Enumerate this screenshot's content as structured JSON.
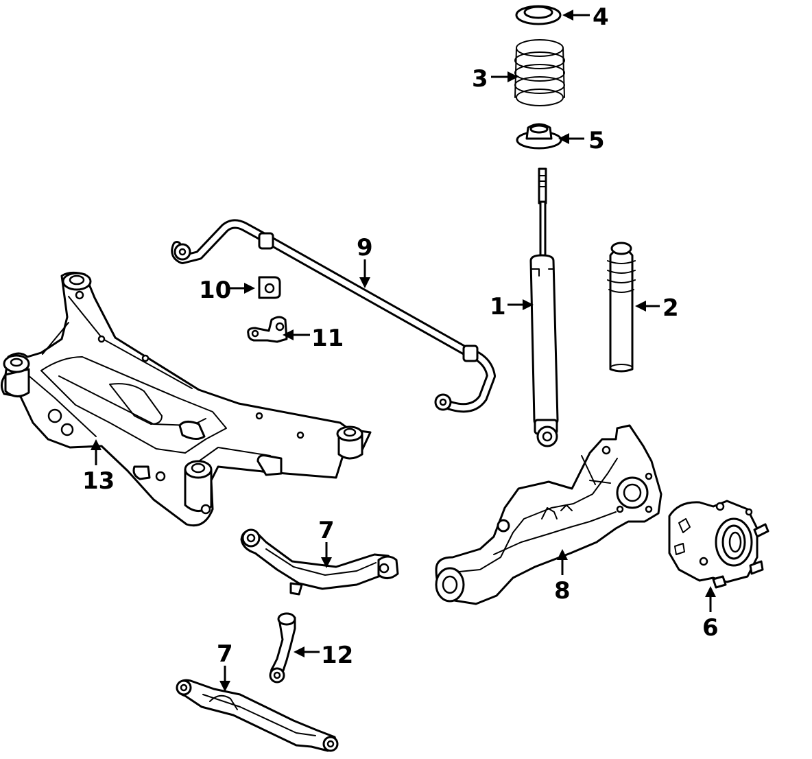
{
  "callouts": {
    "c1": "1",
    "c2": "2",
    "c3": "3",
    "c4": "4",
    "c5": "5",
    "c6": "6",
    "c7a": "7",
    "c7b": "7",
    "c8": "8",
    "c9": "9",
    "c10": "10",
    "c11": "11",
    "c12": "12",
    "c13": "13"
  },
  "colors": {
    "line": "#000000",
    "background": "#ffffff"
  }
}
